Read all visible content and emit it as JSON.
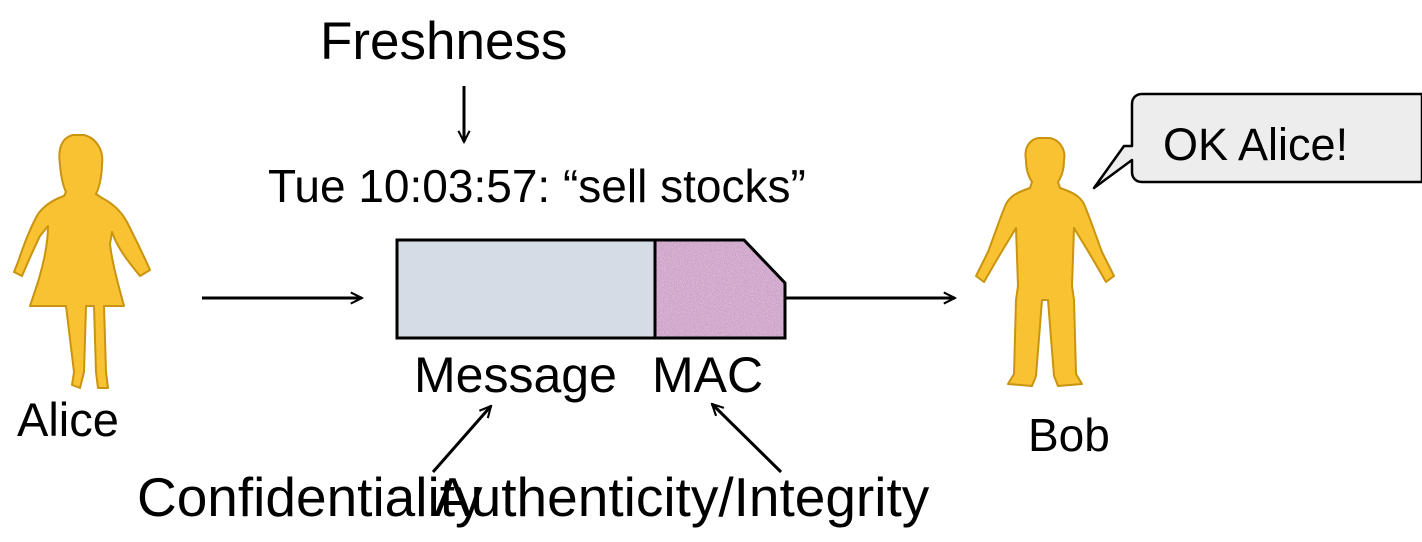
{
  "labels": {
    "freshness": "Freshness",
    "timestamp_message": "Tue 10:03:57: “sell stocks”",
    "message": "Message",
    "mac": "MAC",
    "alice": "Alice",
    "bob": "Bob",
    "confidentiality": "Confidentiality",
    "authenticity_integrity": "Authenticity/Integrity",
    "bob_speech": "OK Alice!"
  },
  "colors": {
    "person_fill": "#F9C233",
    "person_outline": "#C9940F",
    "message_fill": "#D5DCE6",
    "mac_base": "#C995C2",
    "mac_speckle_dark": "#9E5E98",
    "mac_speckle_light": "#F2D6EE",
    "bubble_fill": "#EDEDED",
    "line": "#000000"
  }
}
